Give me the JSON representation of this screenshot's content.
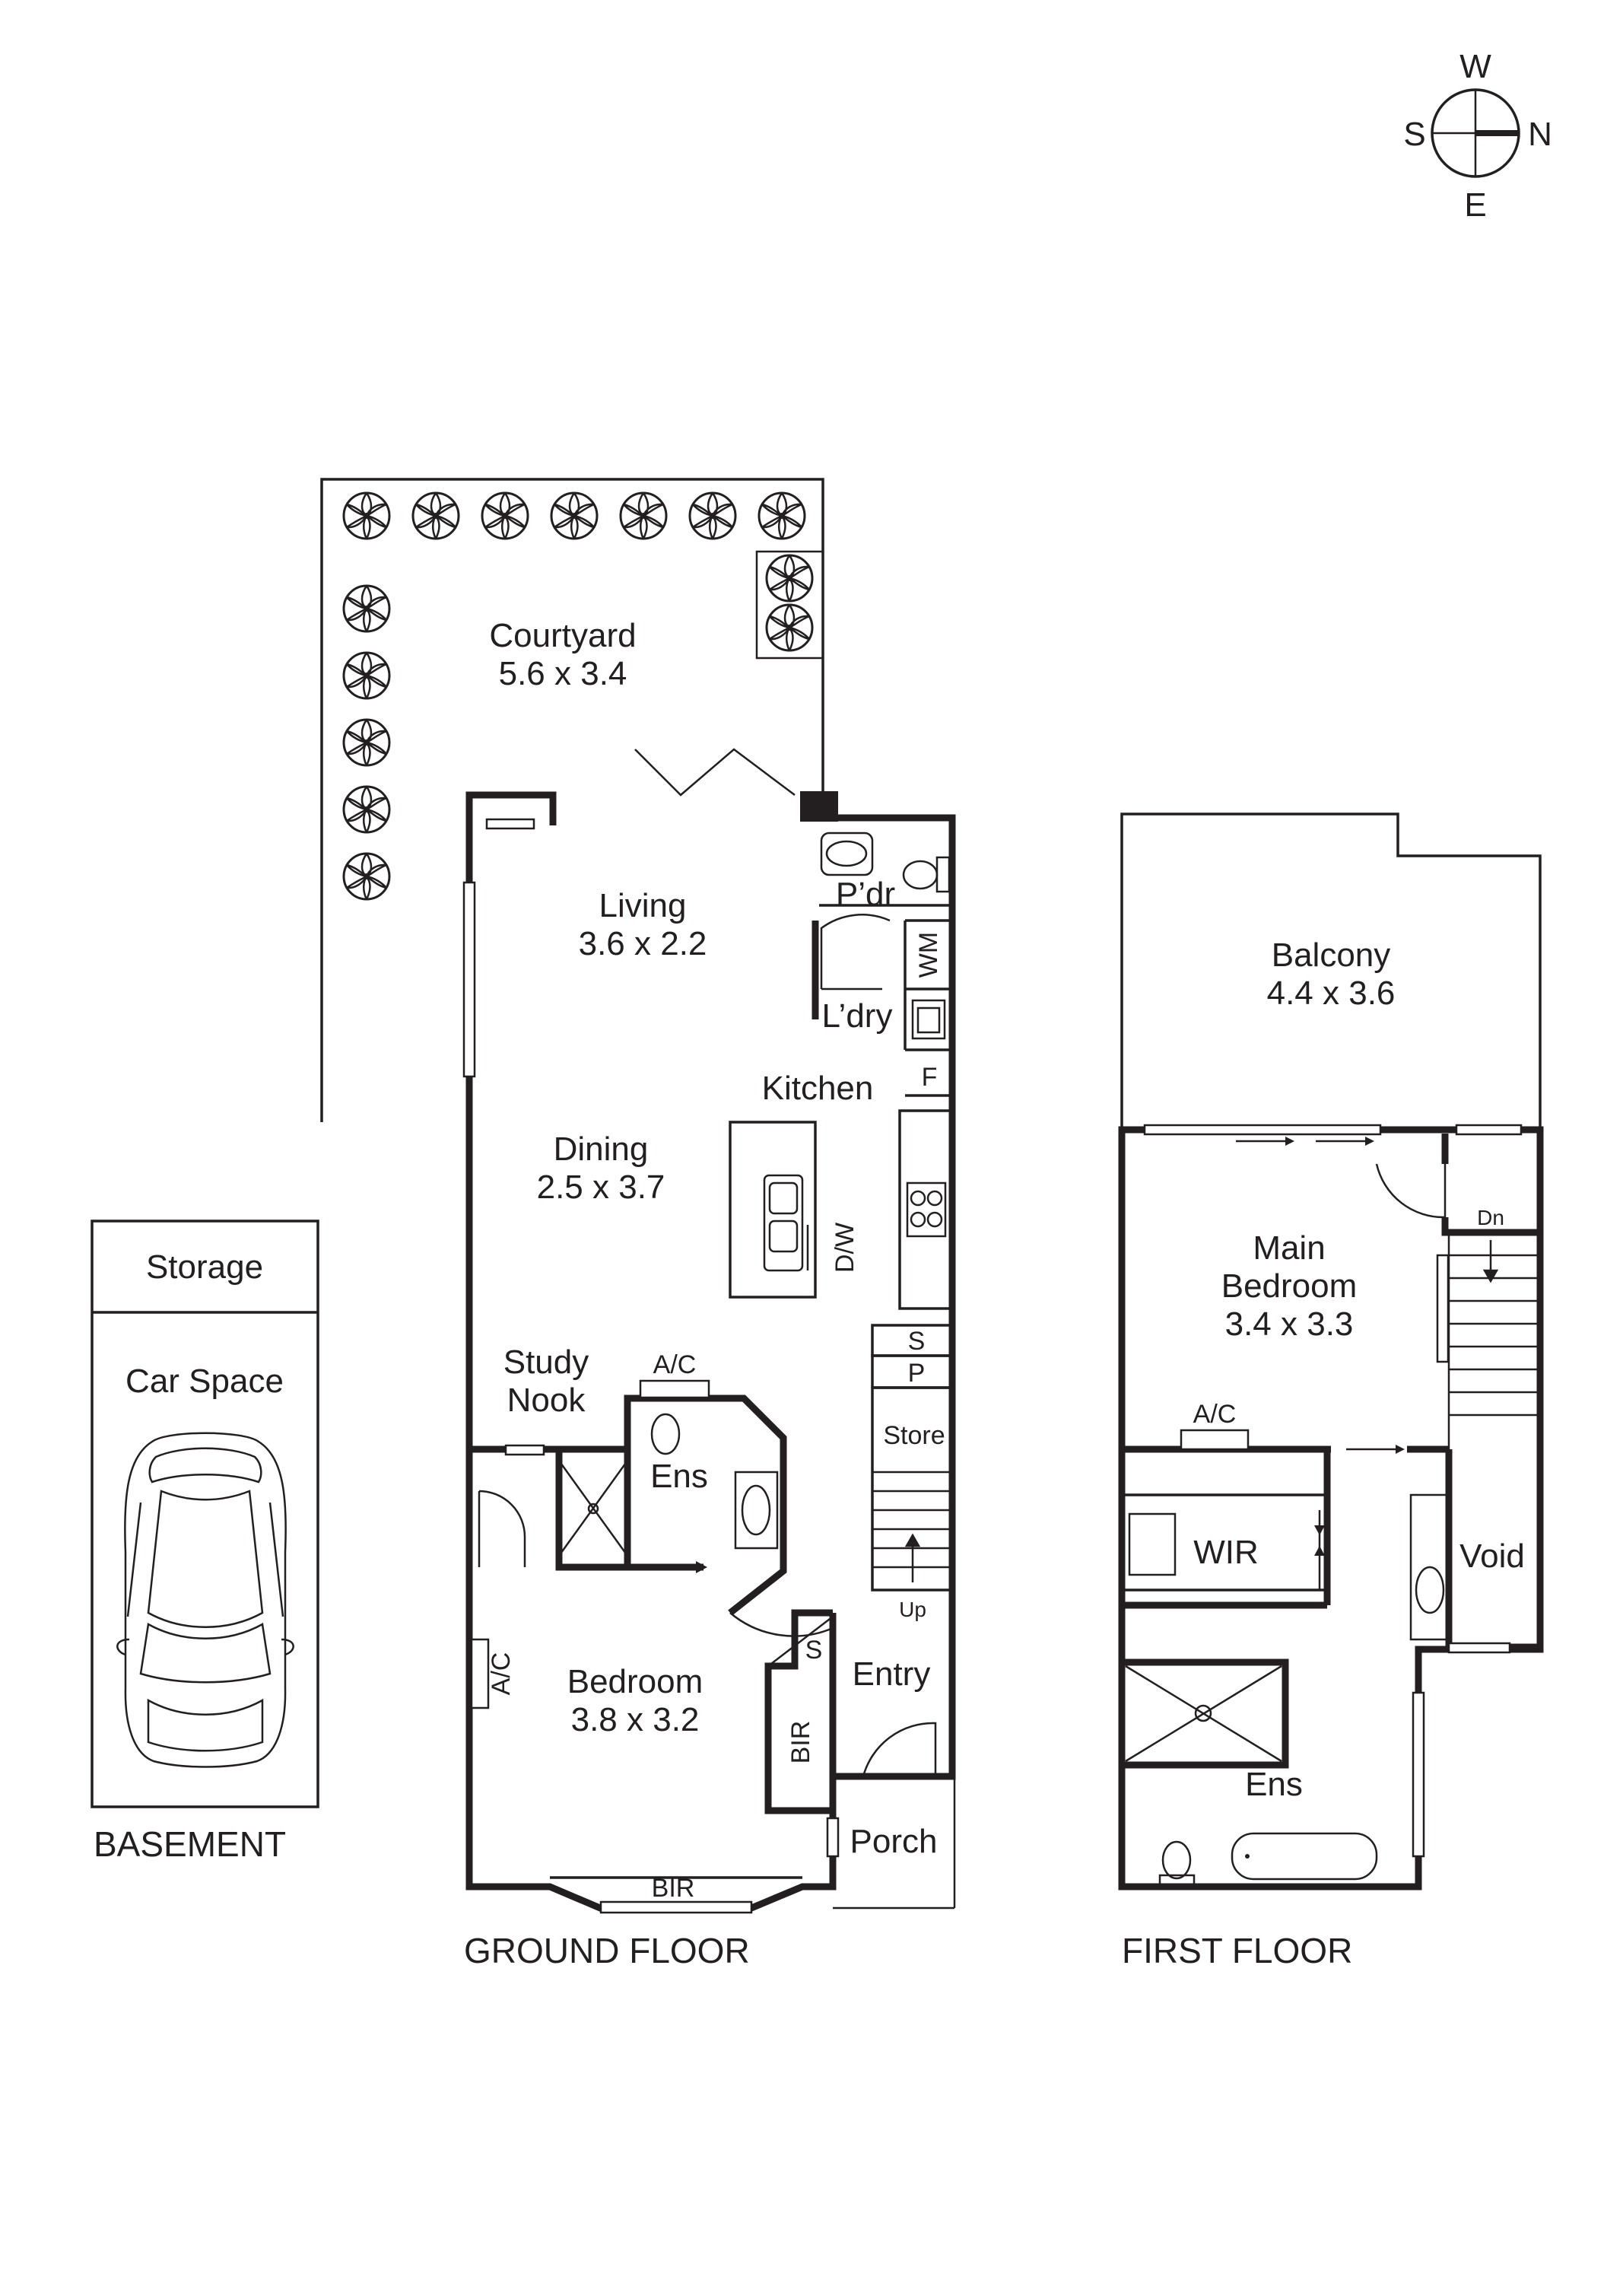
{
  "compass": {
    "n": "N",
    "s": "S",
    "e": "E",
    "w": "W"
  },
  "basement": {
    "title": "BASEMENT",
    "storage": "Storage",
    "car_space": "Car Space"
  },
  "ground_floor": {
    "title": "GROUND FLOOR",
    "courtyard": {
      "name": "Courtyard",
      "size": "5.6 x 3.4"
    },
    "living": {
      "name": "Living",
      "size": "3.6 x 2.2"
    },
    "dining": {
      "name": "Dining",
      "size": "2.5 x 3.7"
    },
    "kitchen": "Kitchen",
    "powder": "P’dr",
    "laundry": "L’dry",
    "wm": "WM",
    "fridge": "F",
    "dishwasher": "D/W",
    "study": [
      "Study",
      "Nook"
    ],
    "ac_ens": "A/C",
    "ens": "Ens",
    "shelf_s": "S",
    "pantry": "P",
    "store": "Store",
    "up": "Up",
    "bedroom": {
      "name": "Bedroom",
      "size": "3.8 x 3.2"
    },
    "ac_bed": "A/C",
    "entry": "Entry",
    "entry_s": "S",
    "bir_side": "BIR",
    "bir_bay": "BIR",
    "porch": "Porch"
  },
  "first_floor": {
    "title": "FIRST FLOOR",
    "balcony": {
      "name": "Balcony",
      "size": "4.4 x 3.6"
    },
    "main_bedroom": {
      "name": [
        "Main",
        "Bedroom"
      ],
      "size": "3.4 x 3.3"
    },
    "dn": "Dn",
    "ac": "A/C",
    "wir": "WIR",
    "void": "Void",
    "ens": "Ens"
  }
}
